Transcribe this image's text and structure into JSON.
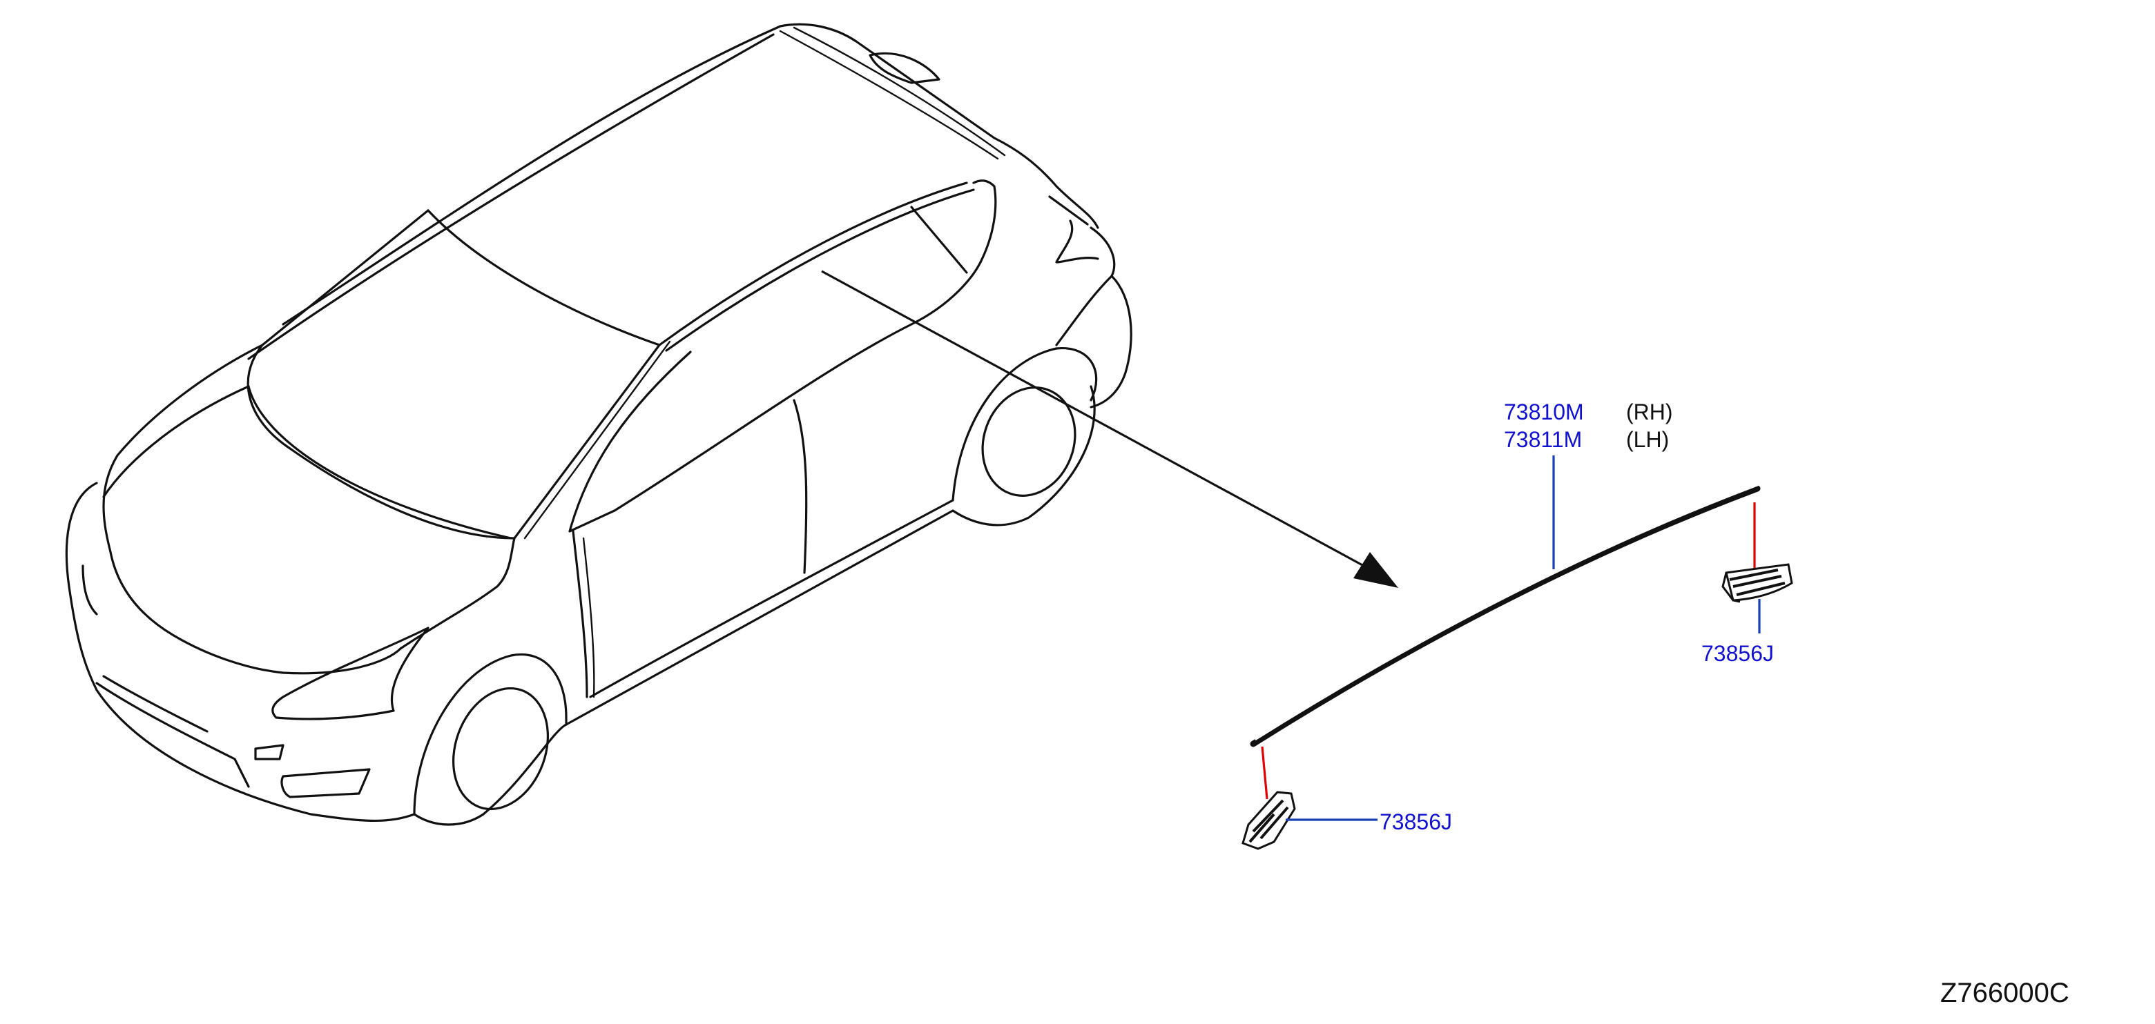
{
  "parts": [
    {
      "number": "73810M",
      "side": "(RH)"
    },
    {
      "number": "73811M",
      "side": "(LH)"
    }
  ],
  "clip_labels": {
    "right_clip": "73856J",
    "left_clip": "73856J"
  },
  "diagram_code": "Z766000C",
  "colors": {
    "part_label": "#1010d0",
    "leader_blue": "#1a3fb0",
    "leader_red": "#e00000",
    "line_art": "#111111"
  }
}
